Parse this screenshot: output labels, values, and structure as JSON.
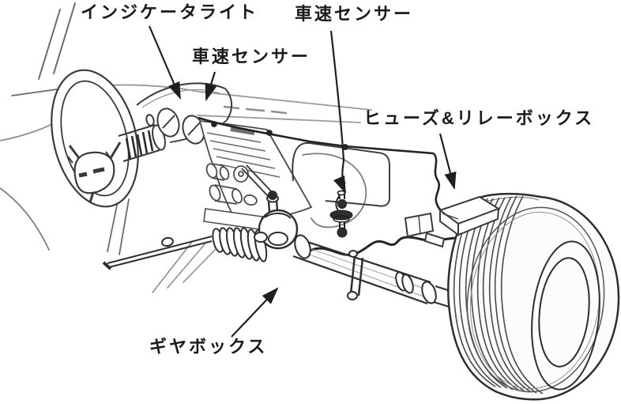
{
  "figure": {
    "kind": "automotive parts location line illustration",
    "colors": {
      "background": "#ffffff",
      "line": "#3a3a3a",
      "line_dark": "#1f1f1f",
      "line_light": "#8f8f8f",
      "text": "#1b1b1b"
    }
  },
  "labels": {
    "indicator_light": "インジケータライト",
    "speed_sensor_dash": "車速センサー",
    "speed_sensor_main": "車速センサー",
    "fuse_relay_box": "ヒューズ&リレーボックス",
    "gear_box": "ギヤボックス"
  }
}
